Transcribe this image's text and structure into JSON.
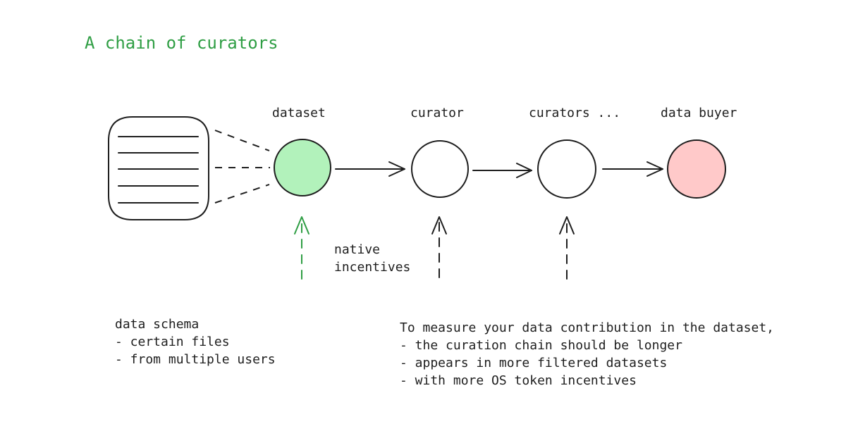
{
  "title": "A chain of curators",
  "nodes": [
    {
      "label": "dataset",
      "fill": "#b2f2bb"
    },
    {
      "label": "curator",
      "fill": "#ffffff"
    },
    {
      "label": "curators ...",
      "fill": "#ffffff"
    },
    {
      "label": "data buyer",
      "fill": "#ffc9c9"
    }
  ],
  "incentive_label": [
    "native",
    "incentives"
  ],
  "schema_notes": [
    "data schema",
    "- certain files",
    "- from multiple users"
  ],
  "measure_notes": [
    "To measure your data contribution in the dataset,",
    "- the curation chain should be longer",
    "- appears in more filtered datasets",
    "- with more OS token incentives"
  ],
  "colors": {
    "accent_green": "#2f9e44",
    "stroke": "#1e1e1e"
  }
}
